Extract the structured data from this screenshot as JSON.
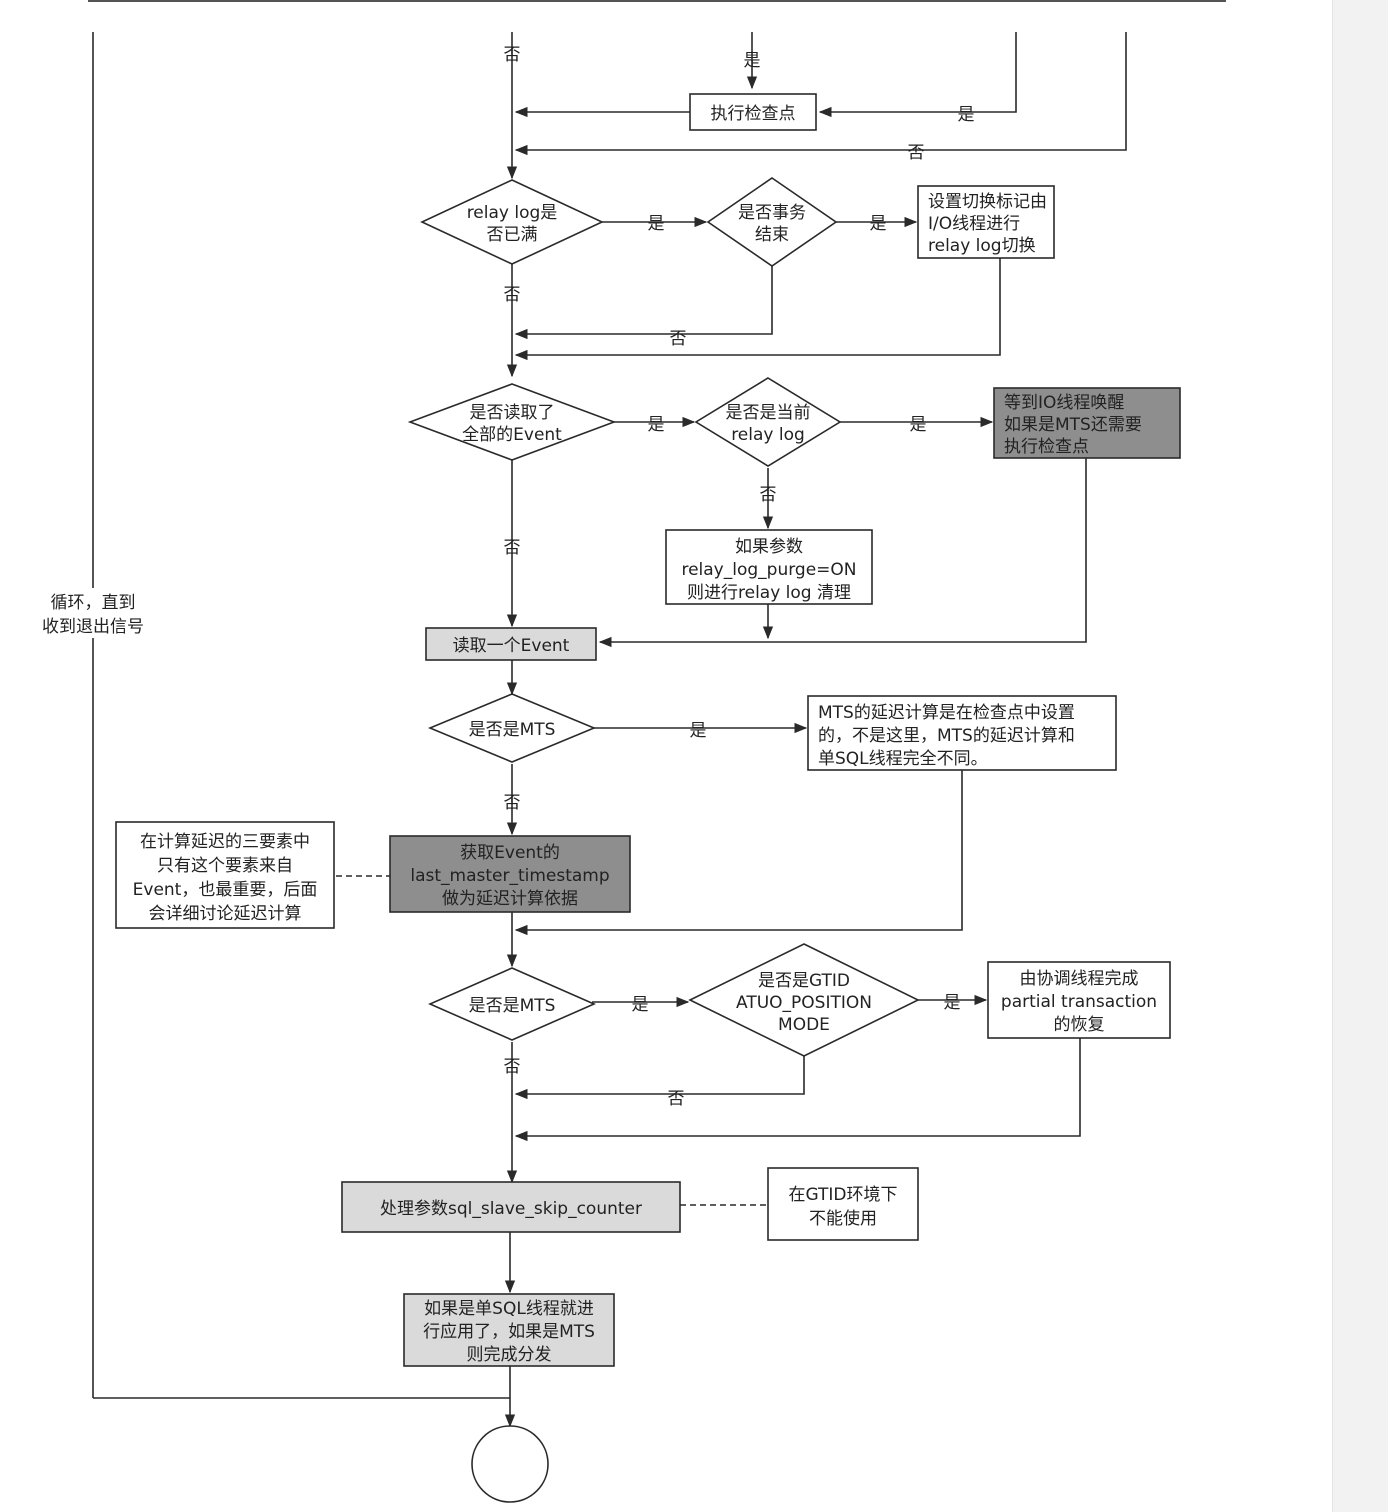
{
  "diagram": {
    "nodes": {
      "checkpoint": [
        "执行检查点"
      ],
      "relay_full": [
        "relay log是",
        "否已满"
      ],
      "trx_end": [
        "是否事务",
        "结束"
      ],
      "set_switch": [
        "设置切换标记由",
        "I/O线程进行",
        "relay log切换"
      ],
      "read_all": [
        "是否读取了",
        "全部的Event"
      ],
      "is_current": [
        "是否是当前",
        "relay log"
      ],
      "wait_io": [
        "等到IO线程唤醒",
        "如果是MTS还需要",
        "执行检查点"
      ],
      "purge": [
        "如果参数",
        "relay_log_purge=ON",
        "则进行relay log 清理"
      ],
      "read_event": [
        "读取一个Event"
      ],
      "is_mts1": [
        "是否是MTS"
      ],
      "mts_delay": [
        "MTS的延迟计算是在检查点中设置",
        "的，不是这里，MTS的延迟计算和",
        "单SQL线程完全不同。"
      ],
      "get_ts": [
        "获取Event的",
        "last_master_timestamp",
        "做为延迟计算依据"
      ],
      "note_delay": [
        "在计算延迟的三要素中",
        "只有这个要素来自",
        "Event，也最重要，后面",
        "会详细讨论延迟计算"
      ],
      "is_mts2": [
        "是否是MTS"
      ],
      "gtid_auto": [
        "是否是GTID",
        "ATUO_POSITION",
        "MODE"
      ],
      "partial": [
        "由协调线程完成",
        "partial transaction",
        "的恢复"
      ],
      "skip_counter": [
        "处理参数sql_slave_skip_counter"
      ],
      "note_gtid": [
        "在GTID环境下",
        "不能使用"
      ],
      "apply": [
        "如果是单SQL线程就进",
        "行应用了，如果是MTS",
        "则完成分发"
      ],
      "loop": [
        "循环，直到",
        "收到退出信号"
      ]
    },
    "labels": {
      "yes": "是",
      "no": "否"
    },
    "colors": {
      "line": "#2a2a2a",
      "box_fill": "#ffffff",
      "shaded_fill": "#8e8e8e",
      "light_fill": "#dadada"
    }
  }
}
